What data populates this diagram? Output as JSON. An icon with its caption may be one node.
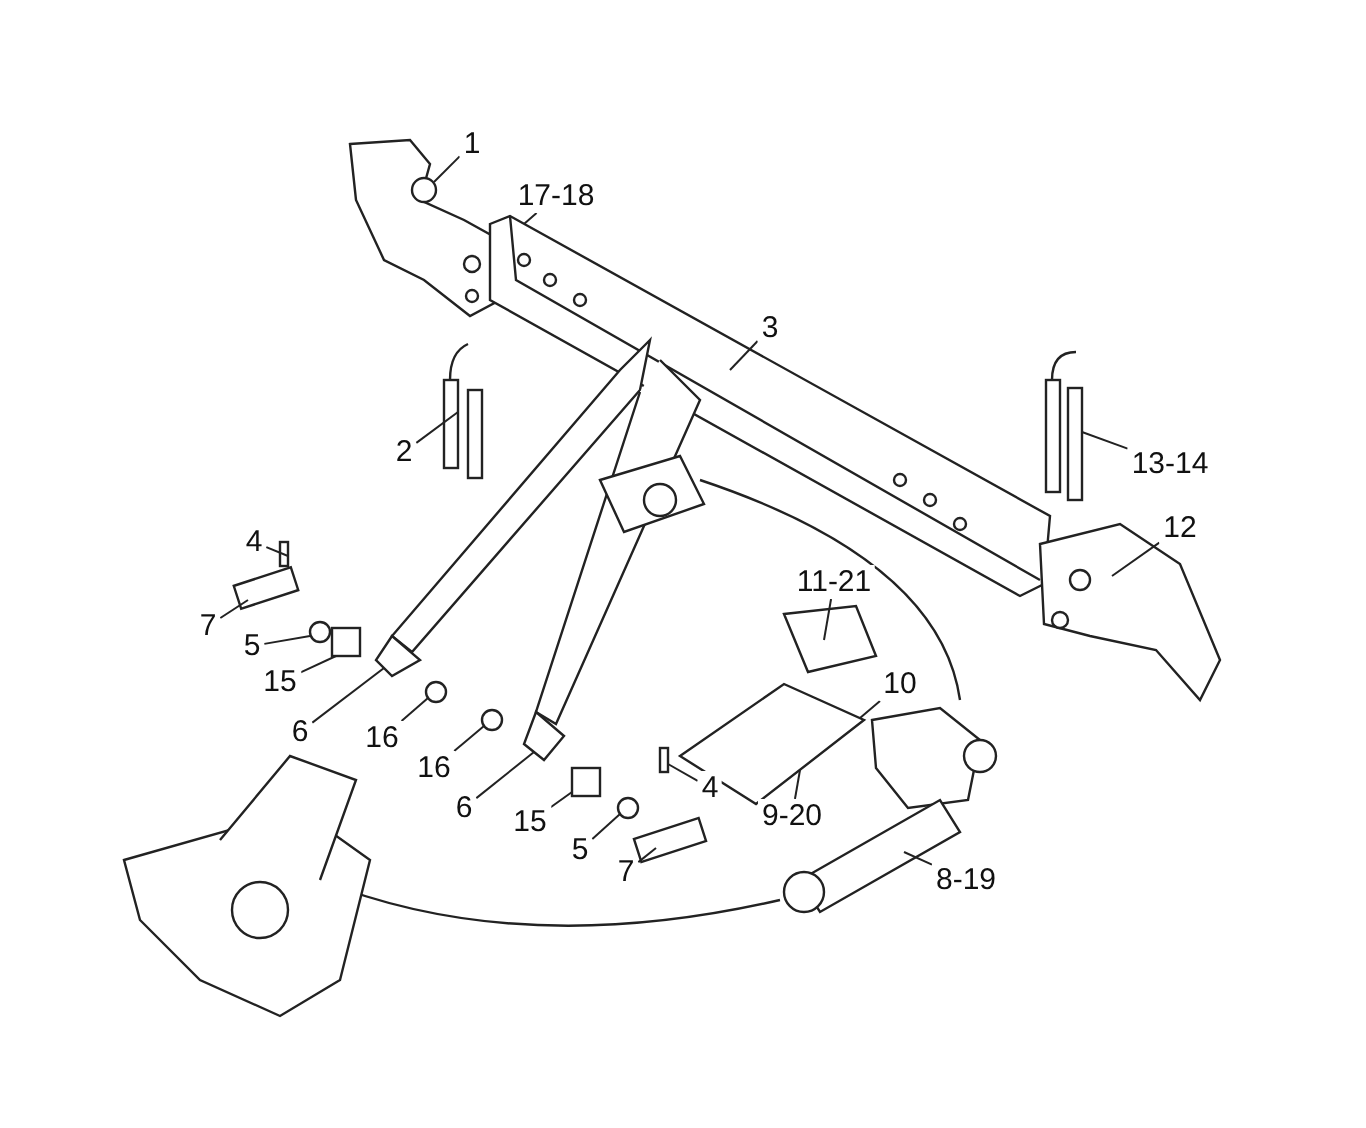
{
  "diagram": {
    "nodes": [
      {
        "text": [
          "1"
        ]
      },
      {
        "text": [
          "17-18"
        ]
      },
      {
        "text": [
          "3"
        ]
      },
      {
        "text": [
          "2"
        ]
      },
      {
        "text": [
          "13-14"
        ]
      },
      {
        "text": [
          "12"
        ]
      },
      {
        "text": [
          "4"
        ]
      },
      {
        "text": [
          "7"
        ]
      },
      {
        "text": [
          "5"
        ]
      },
      {
        "text": [
          "15"
        ]
      },
      {
        "text": [
          "11-21"
        ]
      },
      {
        "text": [
          "10"
        ]
      },
      {
        "text": [
          "6"
        ]
      },
      {
        "text": [
          "16"
        ]
      },
      {
        "text": [
          "16"
        ]
      },
      {
        "text": [
          "6"
        ]
      },
      {
        "text": [
          "9-20"
        ]
      },
      {
        "text": [
          "15"
        ]
      },
      {
        "text": [
          "5"
        ]
      },
      {
        "text": [
          "4"
        ]
      },
      {
        "text": [
          "7"
        ]
      },
      {
        "text": [
          "8-19"
        ]
      },
      {
        "text": [],
        "shape": "picture"
      },
      {
        "text": [],
        "shape": "picture"
      },
      {
        "text": [],
        "shape": "picture"
      },
      {
        "text": [],
        "shape": "picture"
      },
      {
        "text": [],
        "shape": "picture"
      },
      {
        "text": [],
        "shape": "picture"
      },
      {
        "text": [],
        "shape": "box"
      },
      {
        "text": [],
        "shape": "box"
      },
      {
        "text": [],
        "shape": "circle"
      },
      {
        "text": [],
        "shape": "box"
      },
      {
        "text": [],
        "shape": "circle"
      },
      {
        "text": [],
        "shape": "circle"
      },
      {
        "text": [],
        "shape": "box"
      },
      {
        "text": [],
        "shape": "circle"
      },
      {
        "text": [],
        "shape": "box"
      },
      {
        "text": [],
        "shape": "box"
      },
      {
        "text": [],
        "shape": "picture"
      },
      {
        "text": [],
        "shape": "picture"
      },
      {
        "text": [],
        "shape": "picture"
      }
    ],
    "edges": [
      {
        "from": 0,
        "to": 22,
        "arrow": "none"
      },
      {
        "from": 1,
        "to": 23,
        "arrow": "none"
      },
      {
        "from": 2,
        "to": 23,
        "arrow": "none"
      },
      {
        "from": 3,
        "to": 24,
        "arrow": "none"
      },
      {
        "from": 4,
        "to": 25,
        "arrow": "none"
      },
      {
        "from": 5,
        "to": 26,
        "arrow": "none"
      },
      {
        "from": 6,
        "to": 28,
        "arrow": "none"
      },
      {
        "from": 7,
        "to": 29,
        "arrow": "none"
      },
      {
        "from": 8,
        "to": 30,
        "arrow": "none"
      },
      {
        "from": 9,
        "to": 31,
        "arrow": "none"
      },
      {
        "from": 10,
        "to": 38,
        "arrow": "none"
      },
      {
        "from": 11,
        "to": 39,
        "arrow": "none"
      },
      {
        "from": 12,
        "to": 27,
        "arrow": "none"
      },
      {
        "from": 13,
        "to": 32,
        "arrow": "none"
      },
      {
        "from": 14,
        "to": 33,
        "arrow": "none"
      },
      {
        "from": 15,
        "to": 27,
        "arrow": "none"
      },
      {
        "from": 16,
        "to": 39,
        "arrow": "none"
      },
      {
        "from": 17,
        "to": 34,
        "arrow": "none"
      },
      {
        "from": 18,
        "to": 35,
        "arrow": "none"
      },
      {
        "from": 19,
        "to": 36,
        "arrow": "none"
      },
      {
        "from": 20,
        "to": 37,
        "arrow": "none"
      },
      {
        "from": 21,
        "to": 40,
        "arrow": "none"
      }
    ]
  }
}
